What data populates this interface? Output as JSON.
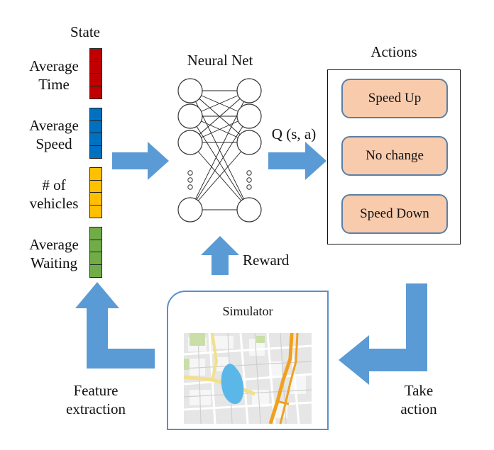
{
  "state": {
    "title": "State",
    "features": [
      {
        "line1": "Average",
        "line2": "Time",
        "color": "#c00000"
      },
      {
        "line1": "Average",
        "line2": "Speed",
        "color": "#0070c0"
      },
      {
        "line1": "# of",
        "line2": "vehicles",
        "color": "#ffc000"
      },
      {
        "line1": "Average",
        "line2": "Waiting",
        "color": "#70ad47"
      }
    ]
  },
  "network": {
    "title": "Neural Net",
    "output_label": "Q (s, a)"
  },
  "actions": {
    "title": "Actions",
    "items": [
      "Speed Up",
      "No change",
      "Speed Down"
    ],
    "fill_color": "#f8cbad",
    "border_color": "#5b7fa6"
  },
  "simulator": {
    "title": "Simulator"
  },
  "arrows": {
    "reward": "Reward",
    "feature_line1": "Feature",
    "feature_line2": "extraction",
    "take_line1": "Take",
    "take_line2": "action",
    "color": "#5b9bd5"
  }
}
